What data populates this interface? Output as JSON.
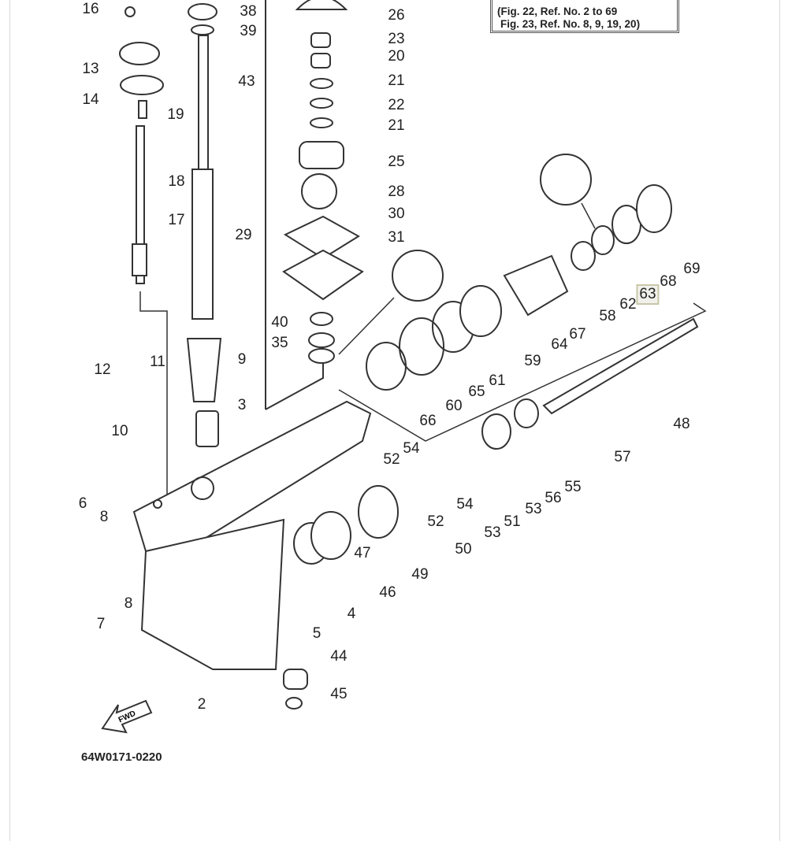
{
  "diagram": {
    "note_lines": [
      "(Fig. 22, Ref. No. 2 to 69",
      "Fig. 23, Ref. No. 8, 9, 19, 20)"
    ],
    "drawing_code": "64W0171-0220",
    "fwd_label": "FWD",
    "highlighted_ref": "63",
    "highlight_color": "#c9c7a8",
    "callouts": [
      "16",
      "38",
      "39",
      "26",
      "23",
      "20",
      "21",
      "22",
      "21",
      "25",
      "28",
      "30",
      "31",
      "13",
      "14",
      "19",
      "43",
      "18",
      "17",
      "29",
      "40",
      "35",
      "9",
      "3",
      "12",
      "11",
      "10",
      "6",
      "8",
      "7",
      "8",
      "2",
      "5",
      "4",
      "44",
      "45",
      "47",
      "46",
      "49",
      "50",
      "52",
      "53",
      "51",
      "53",
      "56",
      "55",
      "54",
      "54",
      "52",
      "57",
      "48",
      "66",
      "60",
      "65",
      "61",
      "59",
      "64",
      "67",
      "58",
      "62",
      "63",
      "68",
      "69"
    ]
  }
}
